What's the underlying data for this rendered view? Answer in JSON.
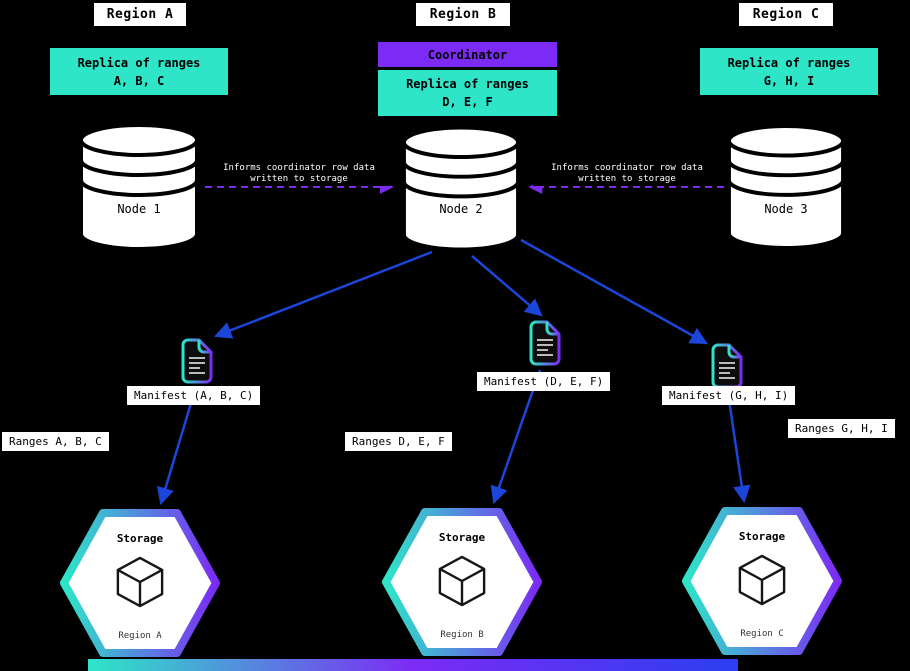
{
  "regions": [
    {
      "name": "Region A",
      "replica_line1": "Replica of ranges",
      "replica_line2": "A, B, C",
      "node": "Node 1",
      "manifest": "Manifest (A, B, C)",
      "ranges": "Ranges A, B, C",
      "storage": {
        "title": "Storage",
        "region": "Region A"
      }
    },
    {
      "name": "Region B",
      "coordinator": "Coordinator",
      "replica_line1": "Replica of ranges",
      "replica_line2": "D, E, F",
      "node": "Node 2",
      "manifest": "Manifest (D, E, F)",
      "ranges": "Ranges D, E, F",
      "storage": {
        "title": "Storage",
        "region": "Region B"
      }
    },
    {
      "name": "Region C",
      "replica_line1": "Replica of ranges",
      "replica_line2": "G, H, I",
      "node": "Node 3",
      "manifest": "Manifest (G, H, I)",
      "ranges": "Ranges G, H, I",
      "storage": {
        "title": "Storage",
        "region": "Region C"
      }
    }
  ],
  "annotations": {
    "inform_left_line1": "Informs coordinator row data",
    "inform_left_line2": "written to storage",
    "inform_right_line1": "Informs coordinator row data",
    "inform_right_line2": "written to storage"
  },
  "icons": {
    "node": "database-cylinder-icon",
    "manifest": "document-file-icon",
    "storage": "cube-3d-icon"
  },
  "colors": {
    "background": "#000000",
    "accent_cyan": "#2ee5c8",
    "accent_purple": "#7c2bf4",
    "arrow_blue": "#1c45d9",
    "label_white": "#ffffff"
  }
}
